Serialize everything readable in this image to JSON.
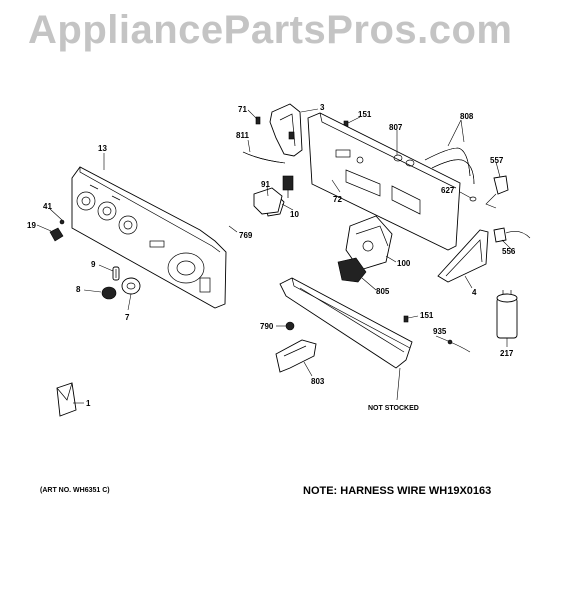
{
  "watermark": "AppliancePartsPros.com",
  "callouts": {
    "c1": "1",
    "c3": "3",
    "c4": "4",
    "c7": "7",
    "c8": "8",
    "c9": "9",
    "c10": "10",
    "c13": "13",
    "c19": "19",
    "c41": "41",
    "c71": "71",
    "c72": "72",
    "c91": "91",
    "c100": "100",
    "c151a": "151",
    "c151b": "151",
    "c217": "217",
    "c556": "556",
    "c557": "557",
    "c627": "627",
    "c769": "769",
    "c790": "790",
    "c803": "803",
    "c805": "805",
    "c807": "807",
    "c808": "808",
    "c811": "811",
    "c935": "935"
  },
  "art_number": "(ART NO. WH6351 C)",
  "harness_note": "NOTE: HARNESS WIRE WH19X0163",
  "not_stocked": "NOT STOCKED"
}
